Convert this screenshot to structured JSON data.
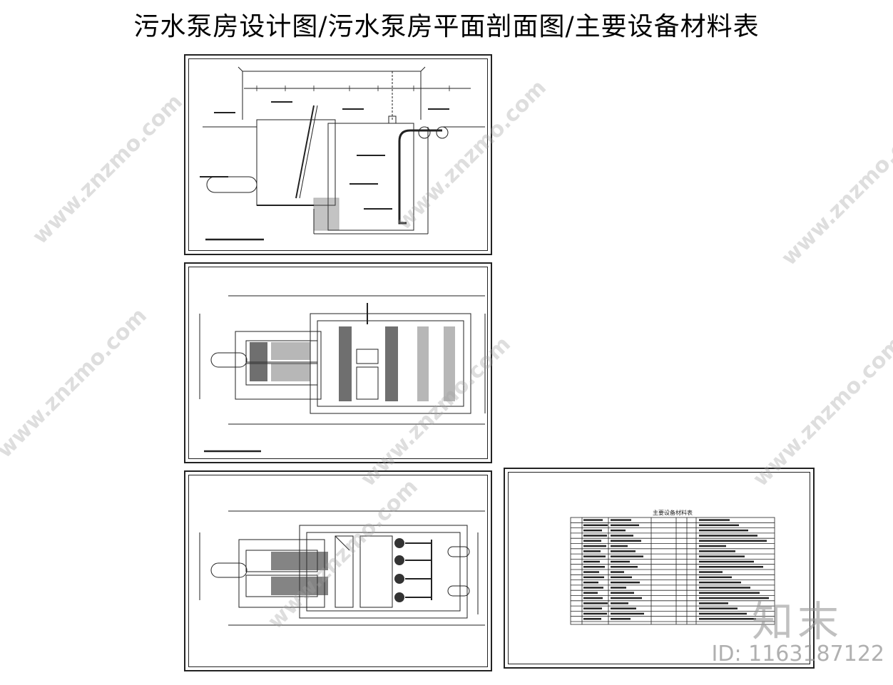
{
  "title": "污水泵房设计图/污水泵房平面剖面图/主要设备材料表",
  "watermarks": {
    "brand": "知末",
    "id_label": "ID: 1163187122",
    "repeat_text": "www.znzmo.com"
  },
  "sheets": {
    "section": {
      "name": "section-drawing"
    },
    "plan_upper": {
      "name": "plan-drawing-upper"
    },
    "plan_lower": {
      "name": "plan-drawing-lower"
    },
    "table": {
      "table_title": "主要设备材料表"
    }
  },
  "colors": {
    "line": "#222222",
    "hatch": "#333333",
    "watermark": "#a0a0a0"
  }
}
